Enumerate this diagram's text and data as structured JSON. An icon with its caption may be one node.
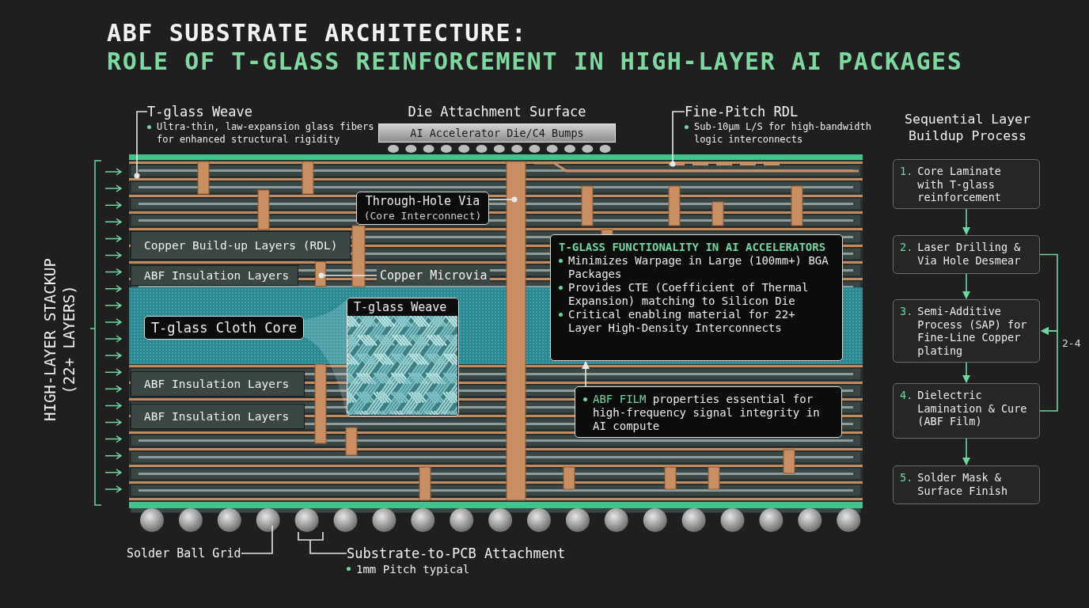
{
  "diagram": {
    "title": "ABF SUBSTRATE ARCHITECTURE:",
    "nodes": [
      {
        "text": [
          "T-glass Weave",
          "Ultra-thin, law-expansion glass fibers for enhanced structural rigidity"
        ]
      },
      {
        "text": [
          "Die Attachment Surface",
          "AI Accelerator Die/C4 Bumps"
        ]
      },
      {
        "text": [
          "Fine-Pitch RDL",
          "Sub-10µm L/S for high-bandwidth logic interconnects"
        ]
      },
      {
        "text": [
          "Through-Hole Via",
          "(Core Interconnect)"
        ]
      },
      {
        "text": [
          "Copper Build-up Layers (RDL)"
        ]
      },
      {
        "text": [
          "ABF Insulation Layers"
        ]
      },
      {
        "text": [
          "Copper Microvia"
        ]
      },
      {
        "text": [
          "T-GLASS FUNCTIONALITY IN AI ACCELERATORS",
          "Minimizes Warpage in Large (100mm+) BGA Packages",
          "Provides CTE (Coefficient of Thermal Expansion) matching to Silicon Die",
          "Critical enabling material for 22+ Layer High-Density Interconnects"
        ]
      },
      {
        "text": [
          "T-glass Cloth Core"
        ]
      },
      {
        "text": [
          "T-glass Weave"
        ]
      },
      {
        "text": [
          "ABF Insulation Layers"
        ]
      },
      {
        "text": [
          "**ABF FILM** properties essential for high-frequency signal integrity in AI compute"
        ]
      },
      {
        "text": [
          "ABF Insulation Layers"
        ]
      },
      {
        "text": [
          "Solder Ball Grid"
        ]
      },
      {
        "text": [
          "Substrate-to-PCB Attachment",
          "1mm Pitch typical"
        ]
      },
      {
        "text": [
          "1.",
          "Core Laminate with T-glass reinforcement"
        ]
      },
      {
        "text": [
          "2.",
          "Laser Drilling & Via Hole Desmear"
        ]
      },
      {
        "text": [
          "3.",
          "Semi-Additive Process (SAP) for Fine-Line Copper plating"
        ]
      },
      {
        "text": [
          "4.",
          "Dielectric Lamination & Cure (ABF Film)"
        ]
      },
      {
        "text": [
          "5.",
          "Solder Mask & Surface Finish"
        ]
      },
      {
        "text": [],
        "shape": "bar"
      }
    ],
    "edges": [
      {
        "from": 0,
        "to": null,
        "arrow": "other"
      },
      {
        "from": 2,
        "to": null,
        "arrow": "other"
      },
      {
        "from": 3,
        "to": null,
        "arrow": "other"
      },
      {
        "from": 6,
        "to": 20,
        "arrow": "other"
      },
      {
        "from": 11,
        "to": 7,
        "arrow": "to"
      },
      {
        "from": 13,
        "to": null,
        "arrow": "none"
      },
      {
        "from": 14,
        "to": null,
        "arrow": "none"
      },
      {
        "from": 15,
        "to": 16,
        "arrow": "to",
        "color": "#6fd6a0"
      },
      {
        "from": 16,
        "to": 17,
        "arrow": "to",
        "color": "#6fd6a0"
      },
      {
        "from": 17,
        "to": 18,
        "arrow": "to",
        "color": "#6fd6a0"
      },
      {
        "from": 18,
        "to": 19,
        "arrow": "to",
        "color": "#6fd6a0"
      },
      {
        "from": 16,
        "to": 17,
        "arrow": "to",
        "color": "#6fd6a0"
      },
      {
        "from": 18,
        "to": 17,
        "arrow": "to",
        "label": "2-4",
        "color": "#6fd6a0"
      }
    ],
    "labels": [
      "ROLE OF T-GLASS REINFORCEMENT IN HIGH-LAYER AI PACKAGES",
      "HIGH-LAYER STACKUP (22+ LAYERS)",
      "Sequential Layer Buildup Process"
    ]
  }
}
